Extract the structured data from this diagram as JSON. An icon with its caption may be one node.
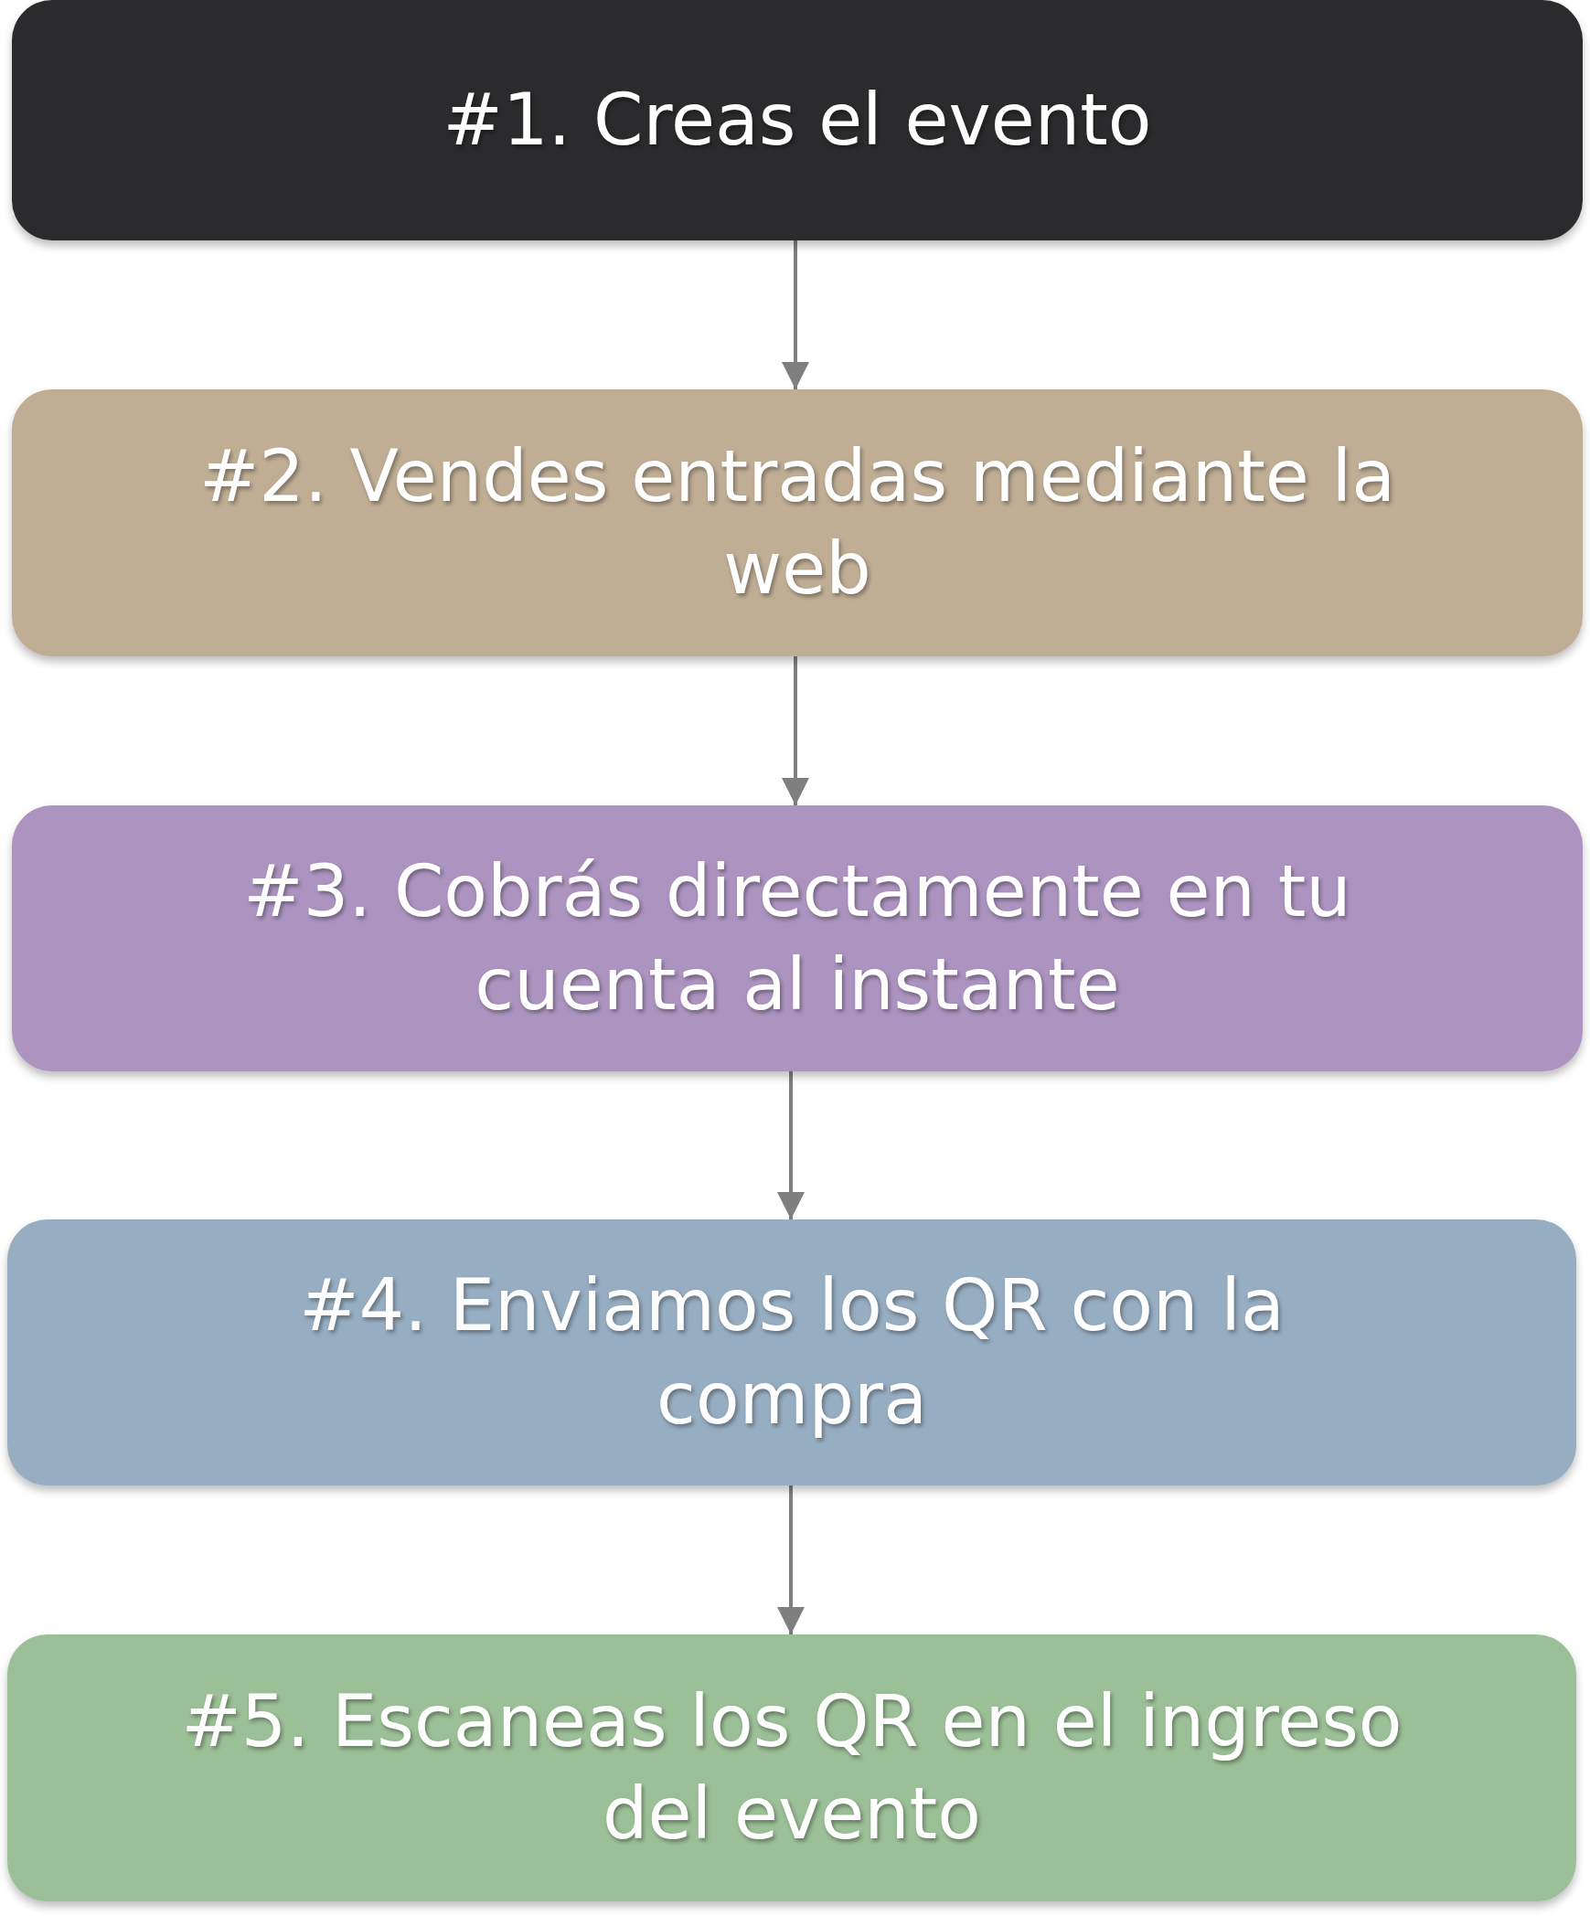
{
  "diagram": {
    "nodes": [
      {
        "text": [
          "#1. Creas el evento"
        ]
      },
      {
        "text": [
          "#2. Vendes entradas mediante la web"
        ]
      },
      {
        "text": [
          "#3. Cobrás directamente en tu cuenta al instante"
        ]
      },
      {
        "text": [
          "#4. Enviamos los QR con la compra"
        ]
      },
      {
        "text": [
          "#5. Escaneas los QR en el ingreso del evento"
        ]
      }
    ],
    "edges": [
      {
        "from": 0,
        "to": 1,
        "arrow": "to"
      },
      {
        "from": 1,
        "to": 2,
        "arrow": "to"
      },
      {
        "from": 2,
        "to": 3,
        "arrow": "to"
      },
      {
        "from": 3,
        "to": 4,
        "arrow": "to"
      }
    ]
  }
}
